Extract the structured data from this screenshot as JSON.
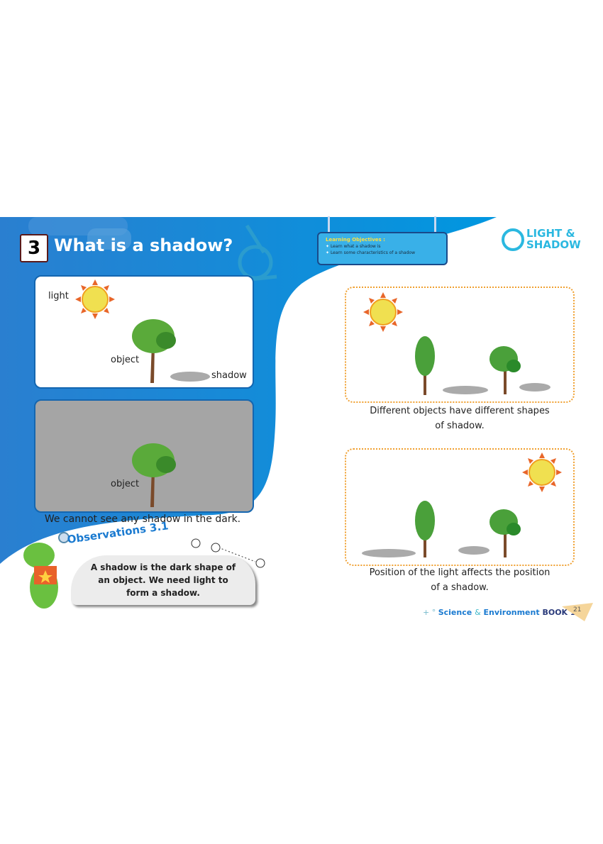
{
  "chapter": {
    "number": "3",
    "title": "What is a shadow?"
  },
  "objectives": {
    "heading": "Learning Objectives :",
    "items": [
      "Learn what a shadow is",
      "Learn some characteristics of a shadow"
    ]
  },
  "topic": {
    "line1": "LIGHT &",
    "line2": "SHADOW"
  },
  "panel_light": {
    "light": "light",
    "object": "object",
    "shadow": "shadow"
  },
  "panel_dark": {
    "object": "object",
    "caption": "We cannot see any shadow in the dark."
  },
  "right_top": {
    "caption_line1": "Different objects have different shapes",
    "caption_line2": "of shadow."
  },
  "right_bottom": {
    "caption_line1": "Position of the light affects the position",
    "caption_line2": "of a shadow."
  },
  "observations": {
    "title": "Observations 3.1",
    "line1": "A shadow is the dark shape of",
    "line2": "an object.  We need light to",
    "line3": "form a shadow."
  },
  "footer": {
    "subject": "Science",
    "amp": "&",
    "subject2": "Environment",
    "book": "BOOK 1",
    "page": "21"
  },
  "colors": {
    "blue": "#0a84d0",
    "panel_border": "#1466b0",
    "orange_dots": "#f0a030",
    "topic": "#2bb8e0"
  }
}
